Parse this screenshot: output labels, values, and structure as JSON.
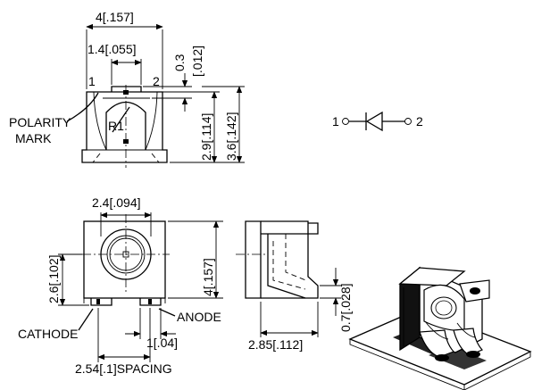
{
  "top_view": {
    "dim_width": "4[.157]",
    "dim_window": "1.4[.055]",
    "dim_window_depth_a": "0.3",
    "dim_window_depth_b": "[.012]",
    "dim_height_inner": "2.9[.114]",
    "dim_height_total": "3.6[.142]",
    "pin1": "1",
    "pin2": "2",
    "radius": "R1",
    "polarity_line1": "POLARITY",
    "polarity_line2": "MARK"
  },
  "schematic": {
    "pin1": "1",
    "pin2": "2",
    "symbol_icon": "diode-symbol-icon"
  },
  "front_view": {
    "dim_lens_width": "2.4[.094]",
    "dim_pad_height": "2.6[.102]",
    "dim_body_height": "4[.157]",
    "dim_pad_width": "1[.04]",
    "dim_spacing": "2.54[.1]SPACING",
    "cathode": "CATHODE",
    "anode": "ANODE"
  },
  "side_view": {
    "dim_depth": "2.85[.112]",
    "dim_lead": "0.7[.028]"
  },
  "iso_view": {
    "icon": "led-package-3d-icon"
  }
}
